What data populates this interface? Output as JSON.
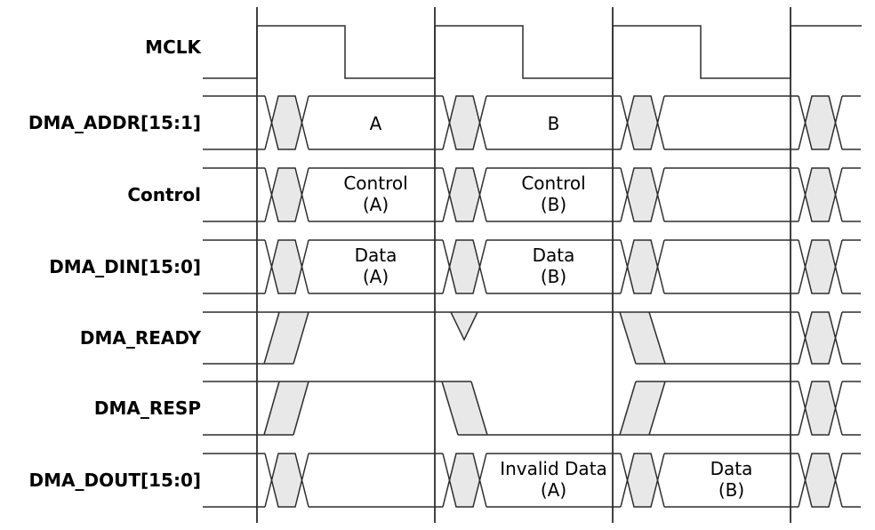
{
  "diagram": {
    "kind": "digital-timing-diagram",
    "colors": {
      "background": "#ffffff",
      "line": "#2d2d2d",
      "unknown_fill": "#e8e8e8",
      "text": "#000000"
    },
    "cycles": 4,
    "signals": [
      {
        "name": "MCLK",
        "type": "clock",
        "events": [
          {
            "cycle": 1,
            "event": "rise"
          },
          {
            "cycle": 2,
            "event": "rise"
          },
          {
            "cycle": 3,
            "event": "rise"
          },
          {
            "cycle": 4,
            "event": "rise"
          }
        ]
      },
      {
        "name": "DMA_ADDR[15:1]",
        "type": "bus",
        "cells": [
          {
            "line1": "A",
            "line2": ""
          },
          {
            "line1": "B",
            "line2": ""
          },
          {
            "line1": "",
            "line2": ""
          },
          {
            "line1": "",
            "line2": ""
          }
        ]
      },
      {
        "name": "Control",
        "type": "bus",
        "cells": [
          {
            "line1": "Control",
            "line2": "(A)"
          },
          {
            "line1": "Control",
            "line2": "(B)"
          },
          {
            "line1": "",
            "line2": ""
          },
          {
            "line1": "",
            "line2": ""
          }
        ]
      },
      {
        "name": "DMA_DIN[15:0]",
        "type": "bus",
        "cells": [
          {
            "line1": "Data",
            "line2": "(A)"
          },
          {
            "line1": "Data",
            "line2": "(B)"
          },
          {
            "line1": "",
            "line2": ""
          },
          {
            "line1": "",
            "line2": ""
          }
        ]
      },
      {
        "name": "DMA_READY",
        "type": "wire",
        "events": [
          {
            "cycle": 1,
            "event": "rise"
          },
          {
            "cycle": 2,
            "event": "glitch-dip"
          },
          {
            "cycle": 3,
            "event": "fall"
          },
          {
            "cycle": 4,
            "event": "unknown"
          }
        ]
      },
      {
        "name": "DMA_RESP",
        "type": "wire",
        "events": [
          {
            "cycle": 1,
            "event": "rise"
          },
          {
            "cycle": 2,
            "event": "fall"
          },
          {
            "cycle": 3,
            "event": "rise"
          },
          {
            "cycle": 4,
            "event": "unknown"
          }
        ]
      },
      {
        "name": "DMA_DOUT[15:0]",
        "type": "bus",
        "cells": [
          {
            "line1": "",
            "line2": ""
          },
          {
            "line1": "Invalid Data",
            "line2": "(A)"
          },
          {
            "line1": "Data",
            "line2": "(B)"
          },
          {
            "line1": "",
            "line2": ""
          }
        ]
      }
    ]
  }
}
